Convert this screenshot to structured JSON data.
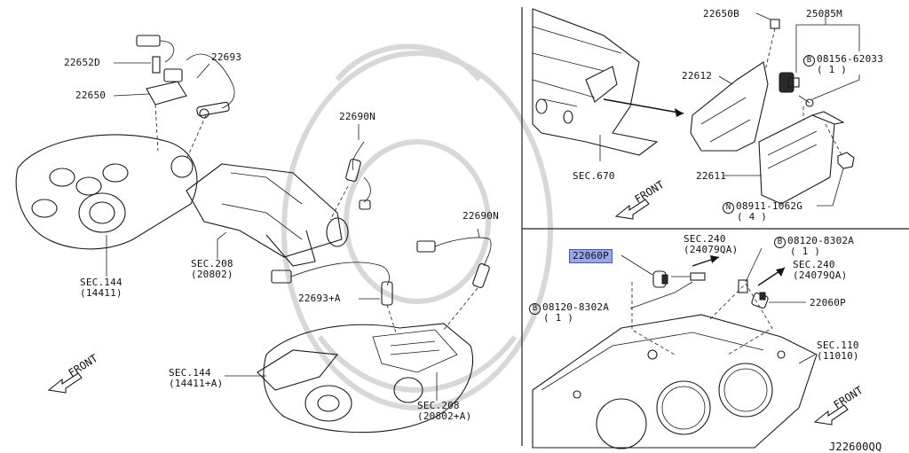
{
  "diagram": {
    "code": "J22600QQ",
    "labels": {
      "p22652D": "22652D",
      "p22693": "22693",
      "p22650": "22650",
      "p22690N_a": "22690N",
      "p22690N_b": "22690N",
      "sec144_a": "SEC.144",
      "sec144_a_ref": "(14411)",
      "sec208_a": "SEC.208",
      "sec208_a_ref": "(20802)",
      "p22693A": "22693+A",
      "sec144_b": "SEC.144",
      "sec144_b_ref": "(14411+A)",
      "sec208_b": "SEC.208",
      "sec208_b_ref": "(20802+A)",
      "p22650B": "22650B",
      "p25085M": "25085M",
      "bolt_62033": "08156-62033",
      "bolt_62033_qty": "( 1 )",
      "p22612": "22612",
      "sec670": "SEC.670",
      "p22611": "22611",
      "nut_1062G": "08911-1062G",
      "nut_1062G_qty": "( 4 )",
      "p22060P_hl": "22060P",
      "sec240_a": "SEC.240",
      "sec240_a_ref": "(24079QA)",
      "bolt_8302A_a": "08120-8302A",
      "bolt_8302A_a_qty": "( 1 )",
      "sec240_b": "SEC.240",
      "sec240_b_ref": "(24079QA)",
      "bolt_8302A_b": "08120-8302A",
      "bolt_8302A_b_qty": "( 1 )",
      "p22060P": "22060P",
      "sec110": "SEC.110",
      "sec110_ref": "(11010)",
      "front": "FRONT",
      "circle_b": "B",
      "circle_n": "N"
    },
    "highlight_color": "#9aa6ea"
  }
}
